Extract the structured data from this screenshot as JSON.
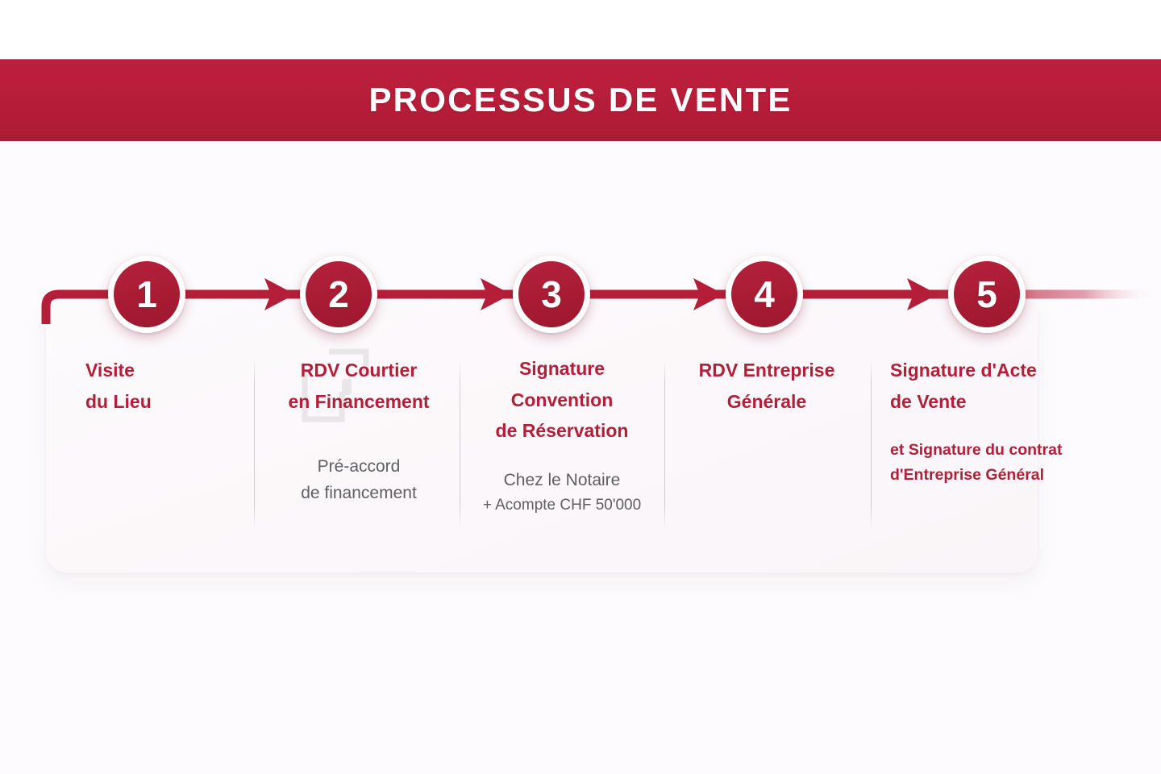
{
  "header": {
    "title": "PROCESSUS DE VENTE",
    "band_color": "#b81d39",
    "title_color": "#ffffff"
  },
  "theme": {
    "crimson": "#b51e39",
    "circle_fill": "#a81b33",
    "subtitle_gray": "#5f5f63",
    "page_background": "#fdfbfd",
    "card_background": "#fbf7fa"
  },
  "timeline": {
    "line_color": "#b51e39",
    "arrow_icon": "arrow-right-icon",
    "steps": [
      {
        "number": "1",
        "title": "Visite\ndu Lieu",
        "subtitle": "",
        "subtitle_extra": "",
        "subtitle_red": "",
        "align": "left"
      },
      {
        "number": "2",
        "title": "RDV Courtier\nen Financement",
        "subtitle": "Pré-accord\nde financement",
        "subtitle_extra": "",
        "subtitle_red": "",
        "align": "center"
      },
      {
        "number": "3",
        "title": "Signature\nConvention\nde Réservation",
        "subtitle": "Chez le Notaire",
        "subtitle_extra": "+ Acompte CHF 50'000",
        "subtitle_red": "",
        "align": "center"
      },
      {
        "number": "4",
        "title": "RDV Entreprise\nGénérale",
        "subtitle": "",
        "subtitle_extra": "",
        "subtitle_red": "",
        "align": "center"
      },
      {
        "number": "5",
        "title": "Signature d'Acte\nde Vente",
        "subtitle": "",
        "subtitle_extra": "",
        "subtitle_red": "et Signature du contrat\nd'Entreprise Général",
        "align": "left"
      }
    ]
  },
  "watermark": {
    "icon": "bracket-logo-watermark-icon"
  }
}
